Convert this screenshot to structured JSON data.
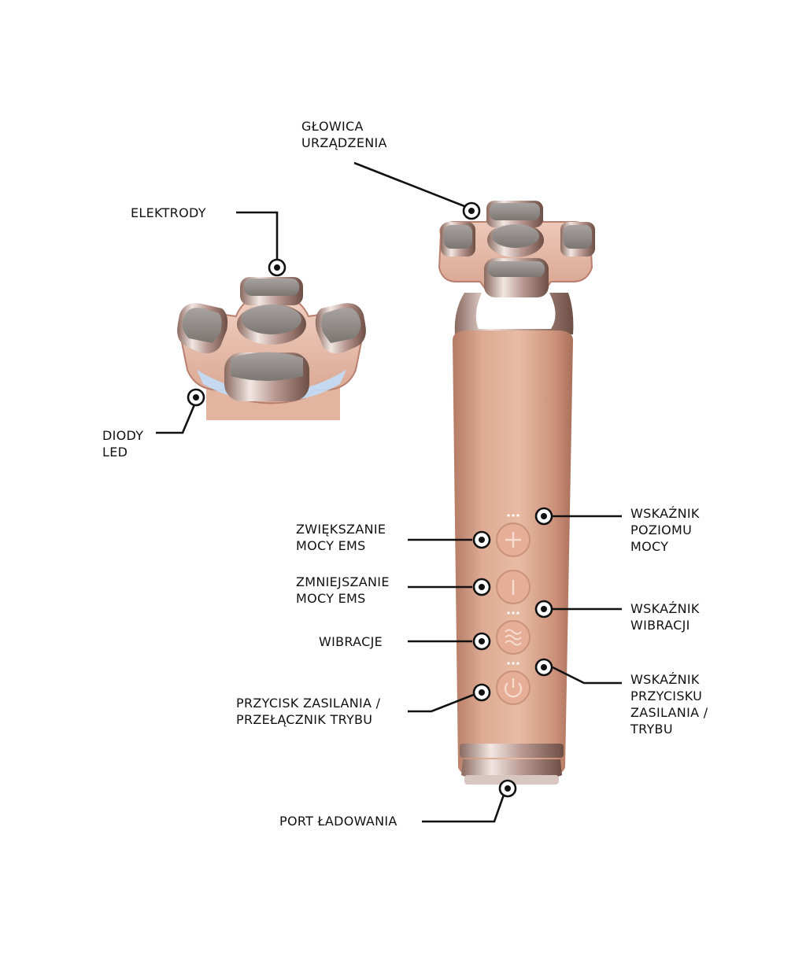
{
  "labels": {
    "head": [
      "GŁOWICA",
      "URZĄDZENIA"
    ],
    "electrodes": [
      "ELEKTRODY"
    ],
    "led": [
      "DIODY",
      "LED"
    ],
    "ems_up": [
      "ZWIĘKSZANIE",
      "MOCY EMS"
    ],
    "ems_down": [
      "ZMNIEJSZANIE",
      "MOCY EMS"
    ],
    "vibration": [
      "WIBRACJE"
    ],
    "power": [
      "PRZYCISK ZASILANIA /",
      "PRZEŁĄCZNIK TRYBU"
    ],
    "charging": [
      "PORT ŁADOWANIA"
    ],
    "power_level_ind": [
      "WSKAŹNIK",
      "POZIOMU",
      "MOCY"
    ],
    "vibration_ind": [
      "WSKAŹNIK",
      "WIBRACJI"
    ],
    "power_mode_ind": [
      "WSKAŹNIK",
      "PRZYCISKU",
      "ZASILANIA /",
      "TRYBU"
    ]
  },
  "colors": {
    "rose_gold": "#d9a48d",
    "rose_gold_dark": "#b97f68",
    "chrome": "#cfcfd3",
    "electrode": "#8e8a88",
    "led_blue": "#9fd0ff",
    "line": "#111111"
  },
  "buttons": [
    {
      "icon": "plus-icon"
    },
    {
      "icon": "minus-icon"
    },
    {
      "icon": "vibration-icon"
    },
    {
      "icon": "power-icon"
    }
  ]
}
